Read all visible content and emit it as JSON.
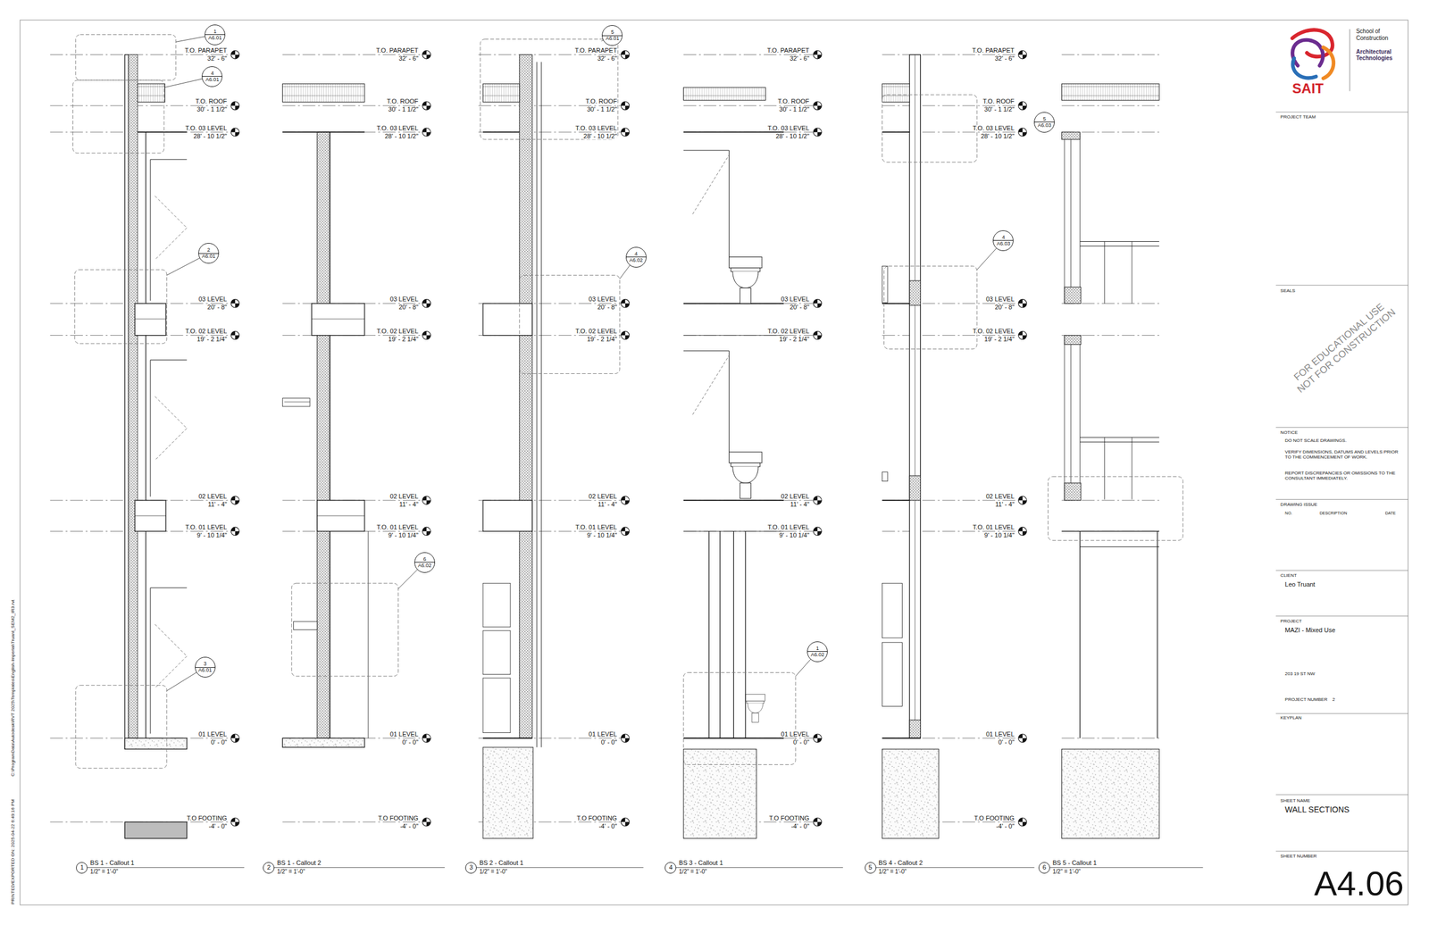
{
  "diagram": {
    "nodes": [
      {
        "text": [
          "1",
          "A6.01"
        ]
      },
      {
        "text": [
          "4",
          "A6.01"
        ]
      },
      {
        "text": [
          "2",
          "A6.01"
        ]
      },
      {
        "text": [
          "3",
          "A6.01"
        ]
      },
      {
        "text": [
          "6",
          "A6.02"
        ]
      },
      {
        "text": [
          "5",
          "A6.01"
        ]
      },
      {
        "text": [
          "4",
          "A6.02"
        ]
      },
      {
        "text": [
          "1",
          "A6.02"
        ]
      },
      {
        "text": [
          "5",
          "A6.03"
        ]
      },
      {
        "text": [
          "4",
          "A6.03"
        ]
      },
      {
        "text": [
          "1"
        ]
      },
      {
        "text": [
          "2"
        ]
      },
      {
        "text": [
          "3"
        ]
      },
      {
        "text": [
          "4"
        ]
      },
      {
        "text": [
          "5"
        ]
      },
      {
        "text": [
          "6"
        ]
      }
    ],
    "labels": [
      "T.O. PARAPET",
      "32' - 6\"",
      "T.O. ROOF",
      "30' - 1 1/2\"",
      "T.O. 03 LEVEL",
      "28' - 10 1/2\"",
      "03 LEVEL",
      "20' - 8\"",
      "T.O. 02 LEVEL",
      "19' - 2 1/4\"",
      "02 LEVEL",
      "11' - 4\"",
      "T.O. 01 LEVEL",
      "9' - 10 1/4\"",
      "01 LEVEL",
      "0' - 0\"",
      "T.O FOOTING",
      "-4' - 0\"",
      "T.O. PARAPET",
      "32' - 6\"",
      "T.O. ROOF",
      "30' - 1 1/2\"",
      "T.O. 03 LEVEL",
      "28' - 10 1/2\"",
      "03 LEVEL",
      "20' - 8\"",
      "T.O. 02 LEVEL",
      "19' - 2 1/4\"",
      "02 LEVEL",
      "11' - 4\"",
      "T.O. 01 LEVEL",
      "9' - 10 1/4\"",
      "01 LEVEL",
      "0' - 0\"",
      "T.O FOOTING",
      "-4' - 0\"",
      "T.O. PARAPET",
      "32' - 6\"",
      "T.O. ROOF",
      "30' - 1 1/2\"",
      "T.O. 03 LEVEL",
      "28' - 10 1/2\"",
      "03 LEVEL",
      "20' - 8\"",
      "T.O. 02 LEVEL",
      "19' - 2 1/4\"",
      "02 LEVEL",
      "11' - 4\"",
      "T.O. 01 LEVEL",
      "9' - 10 1/4\"",
      "01 LEVEL",
      "0' - 0\"",
      "T.O FOOTING",
      "-4' - 0\"",
      "T.O. PARAPET",
      "32' - 6\"",
      "T.O. ROOF",
      "30' - 1 1/2\"",
      "T.O. 03 LEVEL",
      "28' - 10 1/2\"",
      "03 LEVEL",
      "20' - 8\"",
      "T.O. 02 LEVEL",
      "19' - 2 1/4\"",
      "02 LEVEL",
      "11' - 4\"",
      "T.O. 01 LEVEL",
      "9' - 10 1/4\"",
      "01 LEVEL",
      "0' - 0\"",
      "T.O FOOTING",
      "-4' - 0\"",
      "T.O. PARAPET",
      "32' - 6\"",
      "T.O. ROOF",
      "30' - 1 1/2\"",
      "T.O. 03 LEVEL",
      "28' - 10 1/2\"",
      "03 LEVEL",
      "20' - 8\"",
      "T.O. 02 LEVEL",
      "19' - 2 1/4\"",
      "02 LEVEL",
      "11' - 4\"",
      "T.O. 01 LEVEL",
      "9' - 10 1/4\"",
      "01 LEVEL",
      "0' - 0\"",
      "T.O FOOTING",
      "-4' - 0\"",
      "BS 1 - Callout 1",
      "1/2\" = 1'-0\"",
      "BS 1 - Callout 2",
      "1/2\" = 1'-0\"",
      "BS 2 - Callout 1",
      "1/2\" = 1'-0\"",
      "BS 3 - Callout 1",
      "1/2\" = 1'-0\"",
      "BS 4 - Callout 2",
      "1/2\" = 1'-0\"",
      "BS 5 - Callout 1",
      "1/2\" = 1'-0\"",
      "School of Construction",
      "Architectural Technologies",
      "SAIT",
      "PROJECT TEAM",
      "SEALS",
      "FOR EDUCATIONAL USE NOT FOR CONSTRUCTION",
      "NOTICE",
      "DO NOT SCALE DRAWINGS.",
      "VERIFY DIMENSIONS, DATUMS AND LEVELS PRIOR TO THE COMMENCEMENT OF WORK.",
      "REPORT DISCREPANCIES OR OMISSIONS TO THE CONSULTANT IMMEDIATELY.",
      "DRAWING ISSUE",
      "NO.",
      "DESCRIPTION",
      "DATE",
      "CLIENT",
      "Leo Truant",
      "PROJECT",
      "MAZI - Mixed Use",
      "203 19 ST NW",
      "PROJECT NUMBER",
      "2",
      "KEYPLAN",
      "SHEET NAME",
      "WALL SECTIONS",
      "SHEET NUMBER",
      "A4.06",
      "PRINTED/EXPORTED ON: 2025-04-22 6:49:16 PM",
      "C:\\ProgramData\\Autodesk\\RVT 2025\\Templates\\English-Imperial\\Truant_SEM2_IR3.rvt"
    ]
  }
}
